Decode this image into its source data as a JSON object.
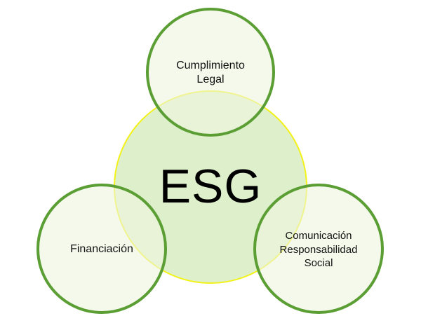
{
  "diagram": {
    "title": "ESG",
    "colors": {
      "center_fill": "#dcefc8",
      "center_stroke": "#f2f21a",
      "satellite_fill": "#eef5e0",
      "satellite_stroke": "#5a9e34",
      "text": "#111111"
    },
    "center": {
      "label": "ESG"
    },
    "satellites": [
      {
        "id": "top",
        "lines": [
          "Cumplimiento",
          "Legal"
        ]
      },
      {
        "id": "left",
        "lines": [
          "Financiación"
        ]
      },
      {
        "id": "right",
        "lines": [
          "Comunicación",
          "Responsabilidad",
          "Social"
        ]
      }
    ]
  }
}
